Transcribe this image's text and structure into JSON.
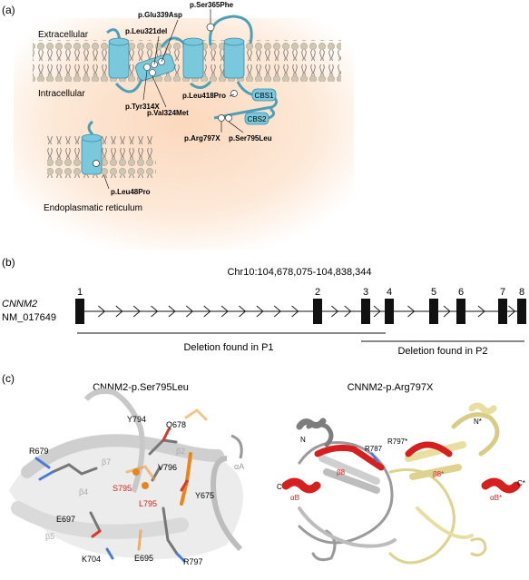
{
  "panel_a": {
    "label": "(a)",
    "extracellular": "Extracellular",
    "intracellular": "Intracellular",
    "er_label": "Endoplasmatic reticulum",
    "mutations": {
      "glu339asp": "p.Glu339Asp",
      "ser365phe": "p.Ser365Phe",
      "leu321del": "p.Leu321del",
      "tyr314x": "p.Tyr314X",
      "val324met": "p.Val324Met",
      "leu418pro": "p.Leu418Pro",
      "arg797x": "p.Arg797X",
      "ser795leu": "p.Ser795Leu",
      "leu48pro": "p.Leu48Pro"
    },
    "domains": {
      "cbs1": "CBS1",
      "cbs2": "CBS2"
    }
  },
  "panel_b": {
    "label": "(b)",
    "coords": "Chr10:104,678,075-104,838,344",
    "gene": "CNNM2",
    "transcript": "NM_017649",
    "exons": [
      "1",
      "2",
      "3",
      "4",
      "5",
      "6",
      "7",
      "8"
    ],
    "deletion_p1": "Deletion found in  P1",
    "deletion_p2": "Deletion found in P2"
  },
  "panel_c": {
    "label": "(c)",
    "left_title": "CNNM2-p.Ser795Leu",
    "right_title": "CNNM2-p.Arg797X",
    "left_residues": {
      "y794": "Y794",
      "q678": "Q678",
      "r679": "R679",
      "b7": "β7",
      "b2": "β2",
      "aa": "αA",
      "v796": "V796",
      "s795": "S795",
      "l795": "L795",
      "b4": "β4",
      "y675": "Y675",
      "e697": "E697",
      "b5": "β5",
      "k704": "K704",
      "e695": "E695",
      "r797": "R797"
    },
    "right_residues": {
      "n_star": "N*",
      "n": "N",
      "r797_star": "R797*",
      "r787": "R787",
      "b8": "β8",
      "b8_star": "β8*",
      "c": "C",
      "c_star": "C*",
      "ab": "αB",
      "ab_star": "αB*"
    }
  },
  "colors": {
    "membrane_fill": "#79c8dc",
    "lipid_head": "#cfc7b3",
    "mutation_orange": "#e8861d",
    "highlight_red": "#d62020",
    "pale_yellow": "#e8dea0"
  }
}
